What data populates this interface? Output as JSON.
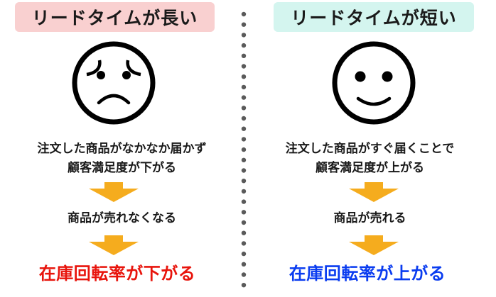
{
  "colors": {
    "long_header_bg": "#f9d0d0",
    "short_header_bg": "#d4f5ef",
    "arrow": "#f5ac1e",
    "result_bad": "#e8140c",
    "result_good": "#0a3cf0",
    "divider_dot": "#5a5a5a",
    "text": "#1a1a1a"
  },
  "left": {
    "header": "リードタイムが長い",
    "face_icon": "sad-face-icon",
    "description_line1": "注文した商品がなかなか届かず",
    "description_line2": "顧客満足度が下がる",
    "arrow_icon": "down-arrow-icon",
    "middle": "商品が売れなくなる",
    "result": "在庫回転率が下がる"
  },
  "right": {
    "header": "リードタイムが短い",
    "face_icon": "happy-face-icon",
    "description_line1": "注文した商品がすぐ届くことで",
    "description_line2": "顧客満足度が上がる",
    "arrow_icon": "down-arrow-icon",
    "middle": "商品が売れる",
    "result": "在庫回転率が上がる"
  },
  "divider": {
    "style": "dotted",
    "dot_count": 27
  }
}
